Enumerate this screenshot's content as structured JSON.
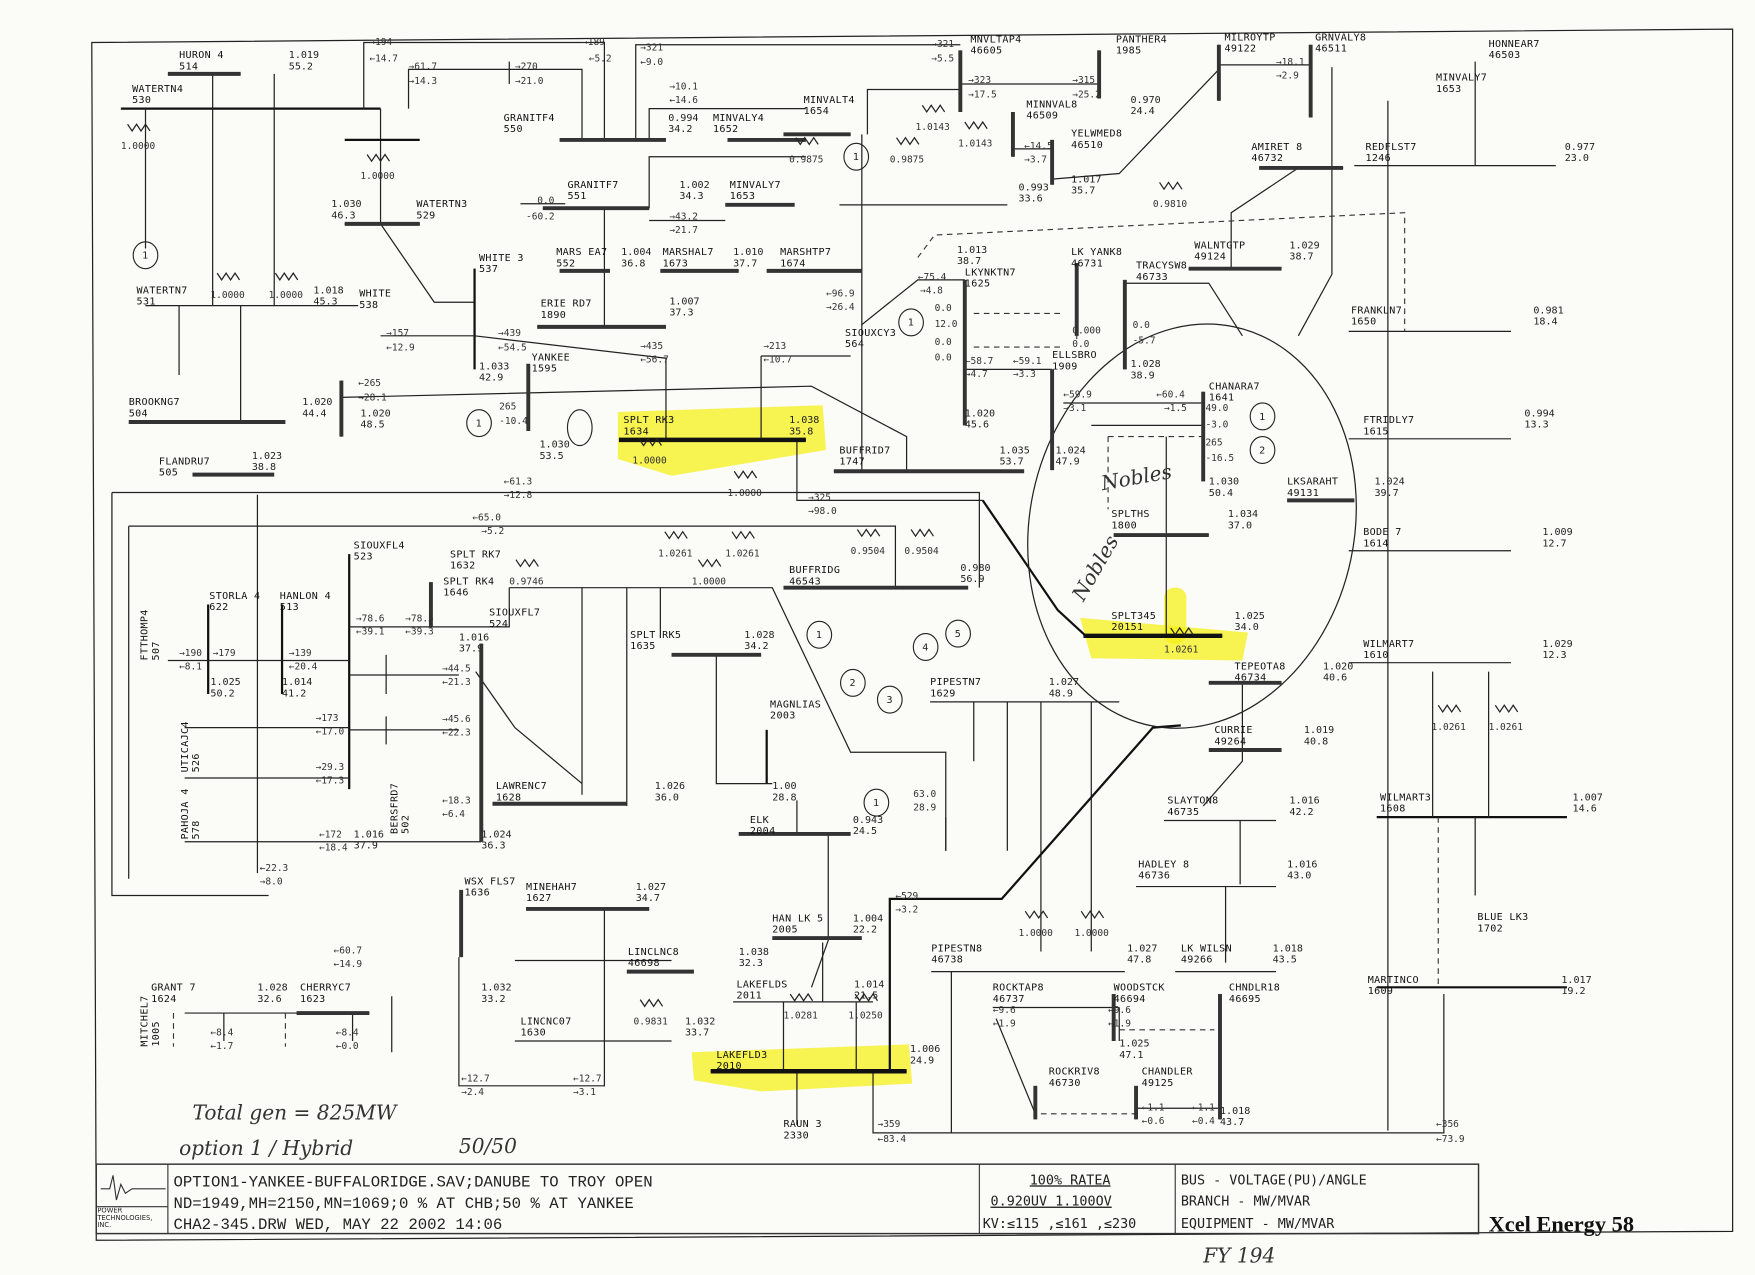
{
  "title_block": {
    "case_line": "OPTION1-YANKEE-BUFFALORIDGE.SAV;DANUBE TO TROY OPEN",
    "params_line": "ND=1949,MH=2150,MN=1069;0 % AT CHB;50 % AT YANKEE",
    "file_line": "CHA2-345.DRW   WED, MAY 22 2002  14:06",
    "logo_text": "POWER TECHNOLOGIES, INC.",
    "rating": "100% RATEA",
    "voltage_limits": "0.920UV  1.100OV",
    "kv_levels": "KV:≤115 ,≤161 ,≤230",
    "legend_bus": "BUS - VOLTAGE(PU)/ANGLE",
    "legend_branch": "BRANCH - MW/MVAR",
    "legend_equipment": "EQUIPMENT - MW/MVAR",
    "page_label": "Xcel Energy 58"
  },
  "annotations": {
    "total_gen": "Total gen = 825MW",
    "option": "option 1 / Hybrid",
    "split": "50/50",
    "nobles_1": "Nobles",
    "nobles_2": "Nobles",
    "footer_note": "FY 194"
  },
  "colors": {
    "highlight": "#f6f01a",
    "line": "#222222",
    "paper": "#fbfbf8"
  },
  "buses": [
    {
      "name": "HURON  4",
      "num": "514",
      "v": "1.019",
      "ang": "55.2"
    },
    {
      "name": "WATERTN4",
      "num": "530",
      "v": "",
      "ang": ""
    },
    {
      "name": "WATERTN3",
      "num": "529",
      "v": "1.030",
      "ang": "46.3"
    },
    {
      "name": "GRANITF4",
      "num": "550",
      "v": "",
      "ang": ""
    },
    {
      "name": "GRANITF7",
      "num": "551",
      "v": "1.002",
      "ang": "34.3"
    },
    {
      "name": "MINVALY4",
      "num": "1652",
      "v": "0.994",
      "ang": "34.2"
    },
    {
      "name": "MINVALY7",
      "num": "1653",
      "v": "",
      "ang": ""
    },
    {
      "name": "MINVALT4",
      "num": "1654",
      "v": "",
      "ang": ""
    },
    {
      "name": "MNVLTAP4",
      "num": "46605",
      "v": "",
      "ang": ""
    },
    {
      "name": "PANTHER4",
      "num": "1985",
      "v": "",
      "ang": ""
    },
    {
      "name": "MILROYTP",
      "num": "49122",
      "v": "0.970",
      "ang": "24.4"
    },
    {
      "name": "GRNVALY8",
      "num": "46511",
      "v": "",
      "ang": ""
    },
    {
      "name": "MINNVAL8",
      "num": "46509",
      "v": "0.993",
      "ang": "33.6"
    },
    {
      "name": "YELWMED8",
      "num": "46510",
      "v": "1.017",
      "ang": "35.7"
    },
    {
      "name": "AMIRET 8",
      "num": "46732",
      "v": "",
      "ang": ""
    },
    {
      "name": "HONNEAR7",
      "num": "46503",
      "v": "",
      "ang": ""
    },
    {
      "name": "MINVALY7",
      "num": "1653",
      "v": "",
      "ang": ""
    },
    {
      "name": "REDFLST7",
      "num": "1246",
      "v": "0.977",
      "ang": "23.0"
    },
    {
      "name": "MARS EA7",
      "num": "552",
      "v": "1.004",
      "ang": "36.8"
    },
    {
      "name": "MARSHAL7",
      "num": "1673",
      "v": "1.010",
      "ang": "37.7"
    },
    {
      "name": "MARSHTP7",
      "num": "1674",
      "v": "1.013",
      "ang": "38.7"
    },
    {
      "name": "ERIE RD7",
      "num": "1890",
      "v": "1.007",
      "ang": "37.3"
    },
    {
      "name": "WATERTN7",
      "num": "531",
      "v": "1.018",
      "ang": "45.3"
    },
    {
      "name": "WHITE  3",
      "num": "537",
      "v": "1.033",
      "ang": "42.9"
    },
    {
      "name": "WHITE",
      "num": "538",
      "v": "1.020",
      "ang": "48.5"
    },
    {
      "name": "LKYNKTN7",
      "num": "1625",
      "v": "1.020",
      "ang": "45.6"
    },
    {
      "name": "LK YANK8",
      "num": "46731",
      "v": "",
      "ang": ""
    },
    {
      "name": "TRACYSW8",
      "num": "46733",
      "v": "1.028",
      "ang": "38.9"
    },
    {
      "name": "WALNTGTP",
      "num": "49124",
      "v": "1.029",
      "ang": "38.7"
    },
    {
      "name": "FRANKLN7",
      "num": "1650",
      "v": "0.981",
      "ang": "18.4"
    },
    {
      "name": "ELLSBRO",
      "num": "1909",
      "v": "1.024",
      "ang": "47.9"
    },
    {
      "name": "BROOKNG7",
      "num": "504",
      "v": "1.020",
      "ang": "44.4"
    },
    {
      "name": "YANKEE",
      "num": "1595",
      "v": "1.030",
      "ang": "53.5"
    },
    {
      "name": "FLANDRU7",
      "num": "505",
      "v": "1.023",
      "ang": "38.8"
    },
    {
      "name": "SPLT RK3",
      "num": "1634",
      "v": "1.038",
      "ang": "35.8"
    },
    {
      "name": "BUFFRID7",
      "num": "1747",
      "v": "1.035",
      "ang": "53.7"
    },
    {
      "name": "CHANARA7",
      "num": "1641",
      "v": "1.030",
      "ang": "50.4"
    },
    {
      "name": "LKSARAHT",
      "num": "49131",
      "v": "1.024",
      "ang": "39.7"
    },
    {
      "name": "FTRIDLY7",
      "num": "1615",
      "v": "0.994",
      "ang": "13.3"
    },
    {
      "name": "BODE   7",
      "num": "1614",
      "v": "1.009",
      "ang": "12.7"
    },
    {
      "name": "SPLTHS",
      "num": "1800",
      "v": "1.034",
      "ang": "37.0"
    },
    {
      "name": "SIOUXFL4",
      "num": "523",
      "v": "",
      "ang": ""
    },
    {
      "name": "SPLT RK7",
      "num": "1632",
      "v": "",
      "ang": ""
    },
    {
      "name": "SPLT RK4",
      "num": "1646",
      "v": "1.016",
      "ang": "37.9"
    },
    {
      "name": "BUFFRIDG",
      "num": "46543",
      "v": "0.980",
      "ang": "56.9"
    },
    {
      "name": "SPLT345",
      "num": "20151",
      "v": "1.025",
      "ang": "34.0"
    },
    {
      "name": "STORLA 4",
      "num": "622",
      "v": "1.025",
      "ang": "50.2"
    },
    {
      "name": "HANLON 4",
      "num": "513",
      "v": "1.014",
      "ang": "41.2"
    },
    {
      "name": "SIOUXFL7",
      "num": "524",
      "v": "1.024",
      "ang": "36.3"
    },
    {
      "name": "SPLT RK5",
      "num": "1635",
      "v": "1.028",
      "ang": "34.2"
    },
    {
      "name": "TEPEOTA8",
      "num": "46734",
      "v": "1.020",
      "ang": "40.6"
    },
    {
      "name": "WILMART7",
      "num": "1610",
      "v": "1.029",
      "ang": "12.3"
    },
    {
      "name": "PIPESTN7",
      "num": "1629",
      "v": "1.027",
      "ang": "48.9"
    },
    {
      "name": "MAGNLIAS",
      "num": "2003",
      "v": "1.00",
      "ang": "28.8"
    },
    {
      "name": "CURRIE",
      "num": "49264",
      "v": "1.019",
      "ang": "40.8"
    },
    {
      "name": "LAWRENC7",
      "num": "1628",
      "v": "1.026",
      "ang": "36.0"
    },
    {
      "name": "ELK",
      "num": "2004",
      "v": "0.943",
      "ang": "24.5"
    },
    {
      "name": "SLAYTON8",
      "num": "46735",
      "v": "1.016",
      "ang": "42.2"
    },
    {
      "name": "WILMART3",
      "num": "1608",
      "v": "1.007",
      "ang": "14.6"
    },
    {
      "name": "HADLEY 8",
      "num": "46736",
      "v": "1.016",
      "ang": "43.0"
    },
    {
      "name": "BLUE LK3",
      "num": "1702",
      "v": "",
      "ang": ""
    },
    {
      "name": "WSX FLS7",
      "num": "1636",
      "v": "1.016",
      "ang": "37.9"
    },
    {
      "name": "MINEHAH7",
      "num": "1627",
      "v": "1.027",
      "ang": "34.7"
    },
    {
      "name": "HAN LK 5",
      "num": "2005",
      "v": "1.004",
      "ang": "22.2"
    },
    {
      "name": "PIPESTN8",
      "num": "46738",
      "v": "1.027",
      "ang": "47.8"
    },
    {
      "name": "LK WILSN",
      "num": "49266",
      "v": "1.018",
      "ang": "43.5"
    },
    {
      "name": "LINCLNC8",
      "num": "46698",
      "v": "1.038",
      "ang": "32.3"
    },
    {
      "name": "GRANT  7",
      "num": "1624",
      "v": "1.028",
      "ang": "32.6"
    },
    {
      "name": "CHERRYC7",
      "num": "1623",
      "v": "1.032",
      "ang": "33.2"
    },
    {
      "name": "LAKEFLDS",
      "num": "2011",
      "v": "1.014",
      "ang": "21.5"
    },
    {
      "name": "ROCKTAP8",
      "num": "46737",
      "v": "",
      "ang": ""
    },
    {
      "name": "WOODSTCK",
      "num": "46694",
      "v": "1.025",
      "ang": "47.1"
    },
    {
      "name": "CHNDLR18",
      "num": "46695",
      "v": "",
      "ang": ""
    },
    {
      "name": "MARTINCO",
      "num": "1609",
      "v": "1.017",
      "ang": "19.2"
    },
    {
      "name": "LINCNC07",
      "num": "1630",
      "v": "1.032",
      "ang": "33.7"
    },
    {
      "name": "LAKEFLD3",
      "num": "2010",
      "v": "1.006",
      "ang": "24.9"
    },
    {
      "name": "ROCKRIV8",
      "num": "46730",
      "v": "",
      "ang": ""
    },
    {
      "name": "CHANDLER",
      "num": "49125",
      "v": "1.018",
      "ang": "43.7"
    },
    {
      "name": "RAUN   3",
      "num": "2330",
      "v": "",
      "ang": ""
    },
    {
      "name": "SIOUXCY3",
      "num": "564",
      "v": "",
      "ang": ""
    },
    {
      "name": "FTTHOMP4",
      "num": "507",
      "v": "",
      "ang": ""
    },
    {
      "name": "UTICAJC4",
      "num": "526",
      "v": "",
      "ang": ""
    },
    {
      "name": "PAHOJA 4",
      "num": "578",
      "v": "",
      "ang": ""
    },
    {
      "name": "BERSFRD7",
      "num": "502",
      "v": "",
      "ang": ""
    },
    {
      "name": "MITCHEL7",
      "num": "1005",
      "v": "",
      "ang": ""
    }
  ],
  "generators": [
    "1",
    "1",
    "1",
    "",
    "1",
    "1",
    "2",
    "1",
    "2",
    "3",
    "4",
    "5",
    "1"
  ],
  "generator_outputs": [
    "265",
    "-10.4",
    "0.0",
    "12.0",
    "0.0",
    "0.0",
    "49.0",
    "-3.0",
    "265",
    "-16.5",
    "63.0",
    "28.9"
  ],
  "flows": [
    "→194",
    "←14.7",
    "→189",
    "←5.2",
    "→321",
    "←9.0",
    "→61.7",
    "→14.3",
    "→270",
    "→21.0",
    "→10.1",
    "←14.6",
    "→321",
    "→5.5",
    "→323",
    "→17.5",
    "→315",
    "→25.2",
    "→18.1",
    "→2.9",
    "←14.5",
    "→3.7",
    "0.0",
    "-60.2",
    "→43.2",
    "→21.7",
    "→157",
    "←12.9",
    "→439",
    "←54.5",
    "→435",
    "←56.7",
    "→213",
    "←10.7",
    "←265",
    "→28.1",
    "←61.3",
    "→12.8",
    "←65.0",
    "→5.2",
    "→325",
    "→98.0",
    "←75.4",
    "→4.8",
    "←96.9",
    "→26.4",
    "←58.7",
    "→4.7",
    "←59.1",
    "→3.3",
    "←59.9",
    "→3.1",
    "←60.4",
    "→1.5",
    "→78.6",
    "←39.1",
    "→78.5",
    "←39.3",
    "→190",
    "←8.1",
    "→179",
    "→139",
    "←20.4",
    "→173",
    "←17.0",
    "→29.3",
    "←17.3",
    "←18.3",
    "←6.4",
    "←172",
    "←18.4",
    "←22.3",
    "→8.0",
    "←529",
    "→3.2",
    "←60.7",
    "←14.9",
    "←8.4",
    "←1.7",
    "←8.4",
    "←0.0",
    "←12.7",
    "→2.4",
    "←12.7",
    "→3.1",
    "→359",
    "←83.4",
    "←356",
    "←73.9",
    "←9.6",
    "←1.9",
    "←9.6",
    "←1.9",
    "←1.1",
    "←0.6",
    "←1.1",
    "←0.4",
    "0.000",
    "0.0",
    "0.0",
    "-5.7",
    "→44.5",
    "←21.3",
    "→45.6",
    "←22.3"
  ],
  "taps": [
    "1.0000",
    "1.0000",
    "1.0000",
    "1.0000",
    "1.0000",
    "1.0000",
    "1.0261",
    "1.0261",
    "1.0000",
    "0.9504",
    "0.9504",
    "0.9875",
    "0.9875",
    "1.0143",
    "1.0143",
    "1.0261",
    "1.0261",
    "1.0261",
    "0.9746",
    "1.0000",
    "1.0000",
    "1.0281",
    "1.0250",
    "0.9831",
    "0.9810"
  ]
}
